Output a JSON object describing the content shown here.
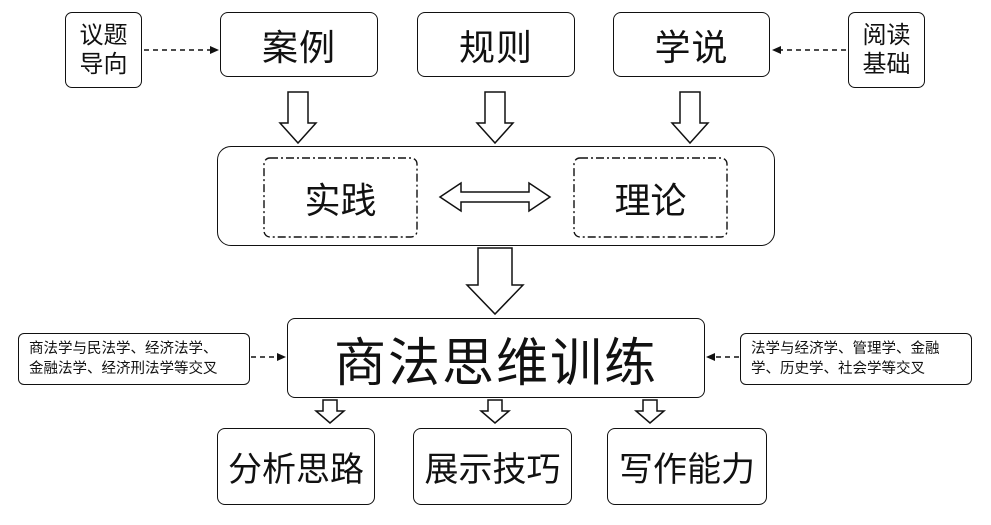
{
  "top": {
    "left_note": {
      "lines": [
        "议题",
        "导向"
      ]
    },
    "boxes": [
      {
        "label": "案例"
      },
      {
        "label": "规则"
      },
      {
        "label": "学说"
      }
    ],
    "right_note": {
      "lines": [
        "阅读",
        "基础"
      ]
    }
  },
  "core": {
    "practice": "实践",
    "theory": "理论"
  },
  "center": {
    "label": "商法思维训练",
    "left_note": {
      "lines": [
        "商法学与民法学、经济法学、",
        "金融法学、经济刑法学等交叉"
      ]
    },
    "right_note": {
      "lines": [
        "法学与经济学、管理学、金融",
        "学、历史学、社会学等交叉"
      ]
    }
  },
  "bottom": {
    "boxes": [
      {
        "label": "分析思路"
      },
      {
        "label": "展示技巧"
      },
      {
        "label": "写作能力"
      }
    ]
  }
}
